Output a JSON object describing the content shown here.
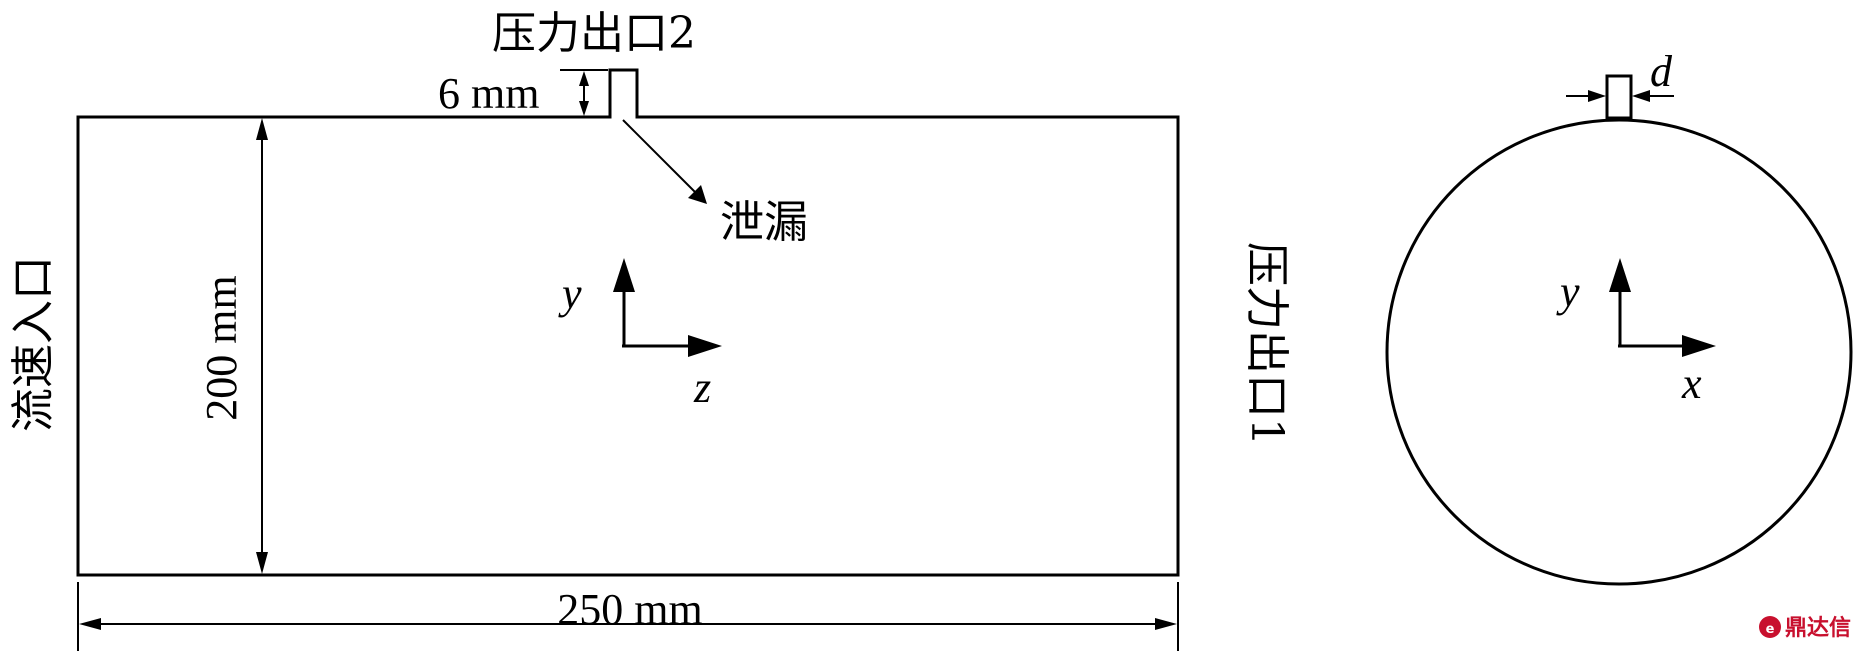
{
  "labels": {
    "pressure_outlet_2": "压力出口2",
    "leak": "泄漏",
    "velocity_inlet": "流速入口",
    "pressure_outlet_1": "压力出口1",
    "dim_height": "200 mm",
    "dim_width": "250 mm",
    "dim_leak_height": "6 mm",
    "dim_leak_width": "d"
  },
  "axes": {
    "side_view": {
      "vertical": "y",
      "horizontal": "z"
    },
    "cross_section": {
      "vertical": "y",
      "horizontal": "x"
    }
  },
  "watermark": {
    "text": "鼎达信",
    "color": "#c8102e"
  }
}
